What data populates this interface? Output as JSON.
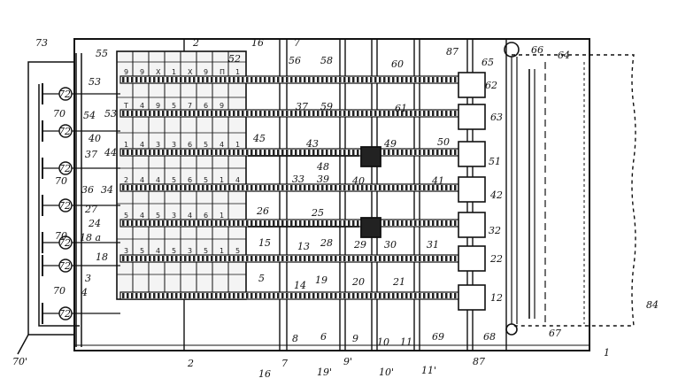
{
  "labels": {
    "l73": "73",
    "l55": "55",
    "l2a": "2",
    "l16a": "16",
    "l7a": "7",
    "l56": "56",
    "l58": "58",
    "l60": "60",
    "l87a": "87",
    "l65": "65",
    "l66": "66",
    "l64": "64",
    "l52": "52",
    "l53a": "53",
    "l62": "62",
    "l72_1": "72",
    "l70_1": "70",
    "l54": "54",
    "l53b": "53",
    "l37a": "37",
    "l59": "59",
    "l61": "61",
    "l63": "63",
    "l72_2": "72",
    "l40a": "40",
    "l45": "45",
    "l43": "43",
    "l49": "49",
    "l50": "50",
    "l37b": "37",
    "l44": "44",
    "l48": "48",
    "l51": "51",
    "l72_3": "72",
    "l70_2": "70",
    "l36": "36",
    "l34": "34",
    "l33": "33",
    "l39": "39",
    "l40b": "40",
    "l41": "41",
    "l42": "42",
    "l72_4": "72",
    "l27": "27",
    "l26": "26",
    "l25": "25",
    "l24": "24",
    "l32": "32",
    "l70_3": "70",
    "l18a": "18 a",
    "l28": "28",
    "l29": "29",
    "l30": "30",
    "l31": "31",
    "l72_5": "72",
    "l15": "15",
    "l13": "13",
    "l18b": "18",
    "l22": "22",
    "l72_6": "72",
    "l19": "19",
    "l3": "3",
    "l5": "5",
    "l20": "20",
    "l21": "21",
    "l4": "4",
    "l14": "14",
    "l12": "12",
    "l70_4": "70",
    "l72_7": "72",
    "l8": "8",
    "l6": "6",
    "l9": "9",
    "l10": "10",
    "l11": "11",
    "l69": "69",
    "l68": "68",
    "l67": "67",
    "l84": "84",
    "l70p": "70'",
    "l2b": "2",
    "l16b": "16",
    "l7b": "7",
    "l19p": "19'",
    "l9p": "9'",
    "l10p": "10'",
    "l11p": "11'",
    "l87b": "87",
    "l1": "1"
  },
  "drum_glyphs": {
    "row1": [
      "9",
      "9",
      "X",
      "1",
      "X",
      "9",
      "Π",
      "1"
    ],
    "row2": [
      "T",
      "4",
      "9",
      "5",
      "7",
      "6",
      "9"
    ],
    "row3": [
      "1",
      "4",
      "3",
      "3",
      "6",
      "5",
      "4",
      "1"
    ],
    "row4": [
      "2",
      "4",
      "4",
      "5",
      "6",
      "5",
      "1",
      "4"
    ],
    "row5": [
      "5",
      "4",
      "5",
      "3",
      "4",
      "6",
      "1"
    ],
    "row6": [
      "3",
      "5",
      "4",
      "5",
      "3",
      "5",
      "1",
      "5"
    ]
  }
}
